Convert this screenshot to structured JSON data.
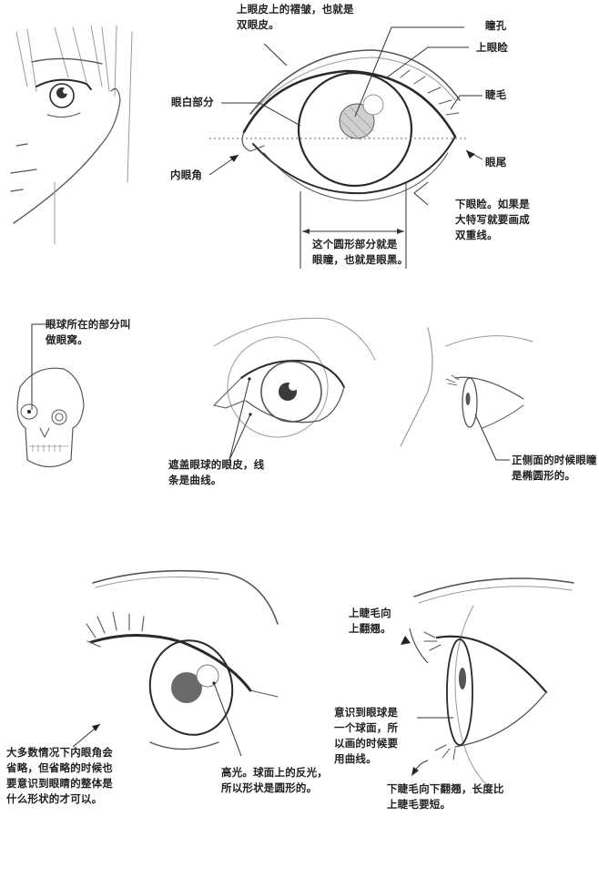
{
  "diagram": {
    "topic": "eye drawing anatomy",
    "colors": {
      "background": "#ffffff",
      "pencil": "#555555",
      "text": "#222222"
    }
  },
  "section1": {
    "labels": {
      "double_eyelid": "上眼皮上的褶皱，也就是\n双眼皮。",
      "pupil": "瞳孔",
      "upper_eyelid": "上眼睑",
      "eyelashes": "睫毛",
      "eye_white": "眼白部分",
      "inner_corner": "内眼角",
      "outer_corner": "眼尾",
      "lower_eyelid": "下眼睑。如果是\n大特写就要画成\n双重线。",
      "iris_note": "这个圆形部分就是\n眼瞳，也就是眼黑。"
    }
  },
  "section2": {
    "labels": {
      "eye_socket": "眼球所在的部分叫\n做眼窝。",
      "eyelid_curve": "遮盖眼球的眼皮，线\n条是曲线。",
      "side_view": "正侧面的时候眼瞳\n是椭圆形的。"
    }
  },
  "section3": {
    "labels": {
      "upper_lash_up": "上睫毛向\n上翻翘。",
      "sphere_note": "意识到眼球是\n一个球面，所\n以画的时候要\n用曲线。",
      "inner_corner_omit": "大多数情况下内眼角会\n省略，但省略的时候也\n要意识到眼睛的整体是\n什么形状的才可以。",
      "highlight": "高光。球面上的反光，\n所以形状是圆形的。",
      "lower_lash_down": "下睫毛向下翻翘，长度比\n上睫毛要短。"
    }
  }
}
